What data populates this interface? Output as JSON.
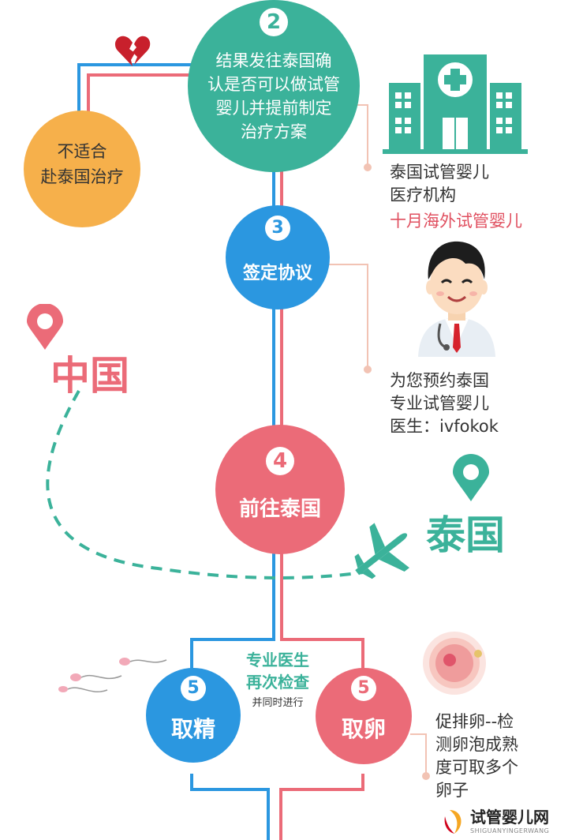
{
  "colors": {
    "teal": "#3bb29a",
    "blue": "#2b97e0",
    "pink": "#eb6b78",
    "orange": "#f6b04b",
    "dark": "#333333",
    "red": "#e05060"
  },
  "step2": {
    "num": "2",
    "lines": [
      "结果发往泰国确",
      "认是否可以做试管",
      "婴儿并提前制定",
      "治疗方案"
    ]
  },
  "unfit": {
    "lines": [
      "不适合",
      "赴泰国治疗"
    ]
  },
  "hospital": {
    "icon": "hospital-icon",
    "lines": [
      "泰国试管婴儿",
      "医疗机构"
    ],
    "brand": "十月海外试管婴儿"
  },
  "step3": {
    "num": "3",
    "label": "签定协议"
  },
  "doctor": {
    "icon": "doctor-icon",
    "lines": [
      "为您预约泰国",
      "专业试管婴儿",
      "医生：ivfokok"
    ]
  },
  "china": {
    "label": "中国",
    "icon": "location-pin-icon"
  },
  "step4": {
    "num": "4",
    "label": "前往泰国"
  },
  "thailand": {
    "label": "泰国",
    "icon": "location-pin-icon",
    "plane": "airplane-icon"
  },
  "recheck": {
    "lines": [
      "专业医生",
      "再次检查"
    ],
    "note": "并同时进行"
  },
  "step5a": {
    "num": "5",
    "label": "取精",
    "icon": "sperm-icon"
  },
  "step5b": {
    "num": "5",
    "label": "取卵",
    "icon": "egg-cell-icon"
  },
  "egg_text": {
    "lines": [
      "促排卵--检",
      "测卵泡成熟",
      "度可取多个",
      "卵子"
    ]
  },
  "broken_heart": {
    "icon": "broken-heart-icon"
  },
  "watermark": {
    "text": "试管婴儿网",
    "sub": "SHIGUANYINGERWANG"
  }
}
